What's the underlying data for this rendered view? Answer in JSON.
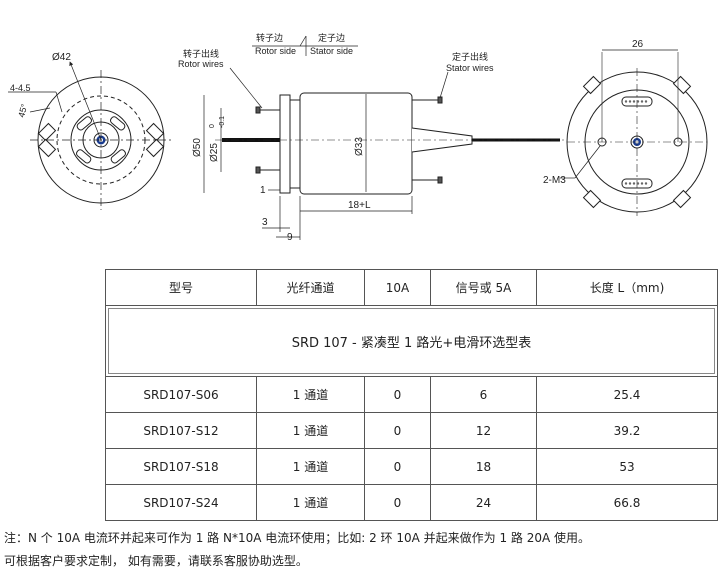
{
  "drawing": {
    "dim_outer_diameter": "Ø42",
    "dim_slot": "4-4.5",
    "dim_angle": "45°",
    "rotor_side_cn": "转子边",
    "rotor_side_en": "Rotor side",
    "stator_side_cn": "定子边",
    "stator_side_en": "Stator side",
    "rotor_wires_cn": "转子出线",
    "rotor_wires_en": "Rotor wires",
    "stator_wires_cn": "定子出线",
    "stator_wires_en": "Stator wires",
    "dim_flange": "Ø50",
    "dim_spigot": "Ø25",
    "dim_spigot_tol_upper": "0",
    "dim_spigot_tol_lower": "-0.1",
    "dim_body": "Ø33",
    "dim_1": "1",
    "dim_3": "3",
    "dim_9": "9",
    "dim_length": "18+L",
    "dim_26": "26",
    "dim_m3": "2-M3"
  },
  "table": {
    "title": "SRD 107 - 紧凑型 1 路光+电滑环选型表",
    "headers": [
      "型号",
      "光纤通道",
      "10A",
      "信号或 5A",
      "长度  L（mm)"
    ],
    "rows": [
      [
        "SRD107-S06",
        "1 通道",
        "0",
        "6",
        "25.4"
      ],
      [
        "SRD107-S12",
        "1 通道",
        "0",
        "12",
        "39.2"
      ],
      [
        "SRD107-S18",
        "1 通道",
        "0",
        "18",
        "53"
      ],
      [
        "SRD107-S24",
        "1 通道",
        "0",
        "24",
        "66.8"
      ]
    ]
  },
  "notes": [
    "注：N 个 10A 电流环并起来可作为 1 路 N*10A 电流环使用；比如: 2 环 10A 并起来做作为  1 路 20A  使用。",
    "可根据客户要求定制，  如有需要，请联系客服协助选型。"
  ]
}
